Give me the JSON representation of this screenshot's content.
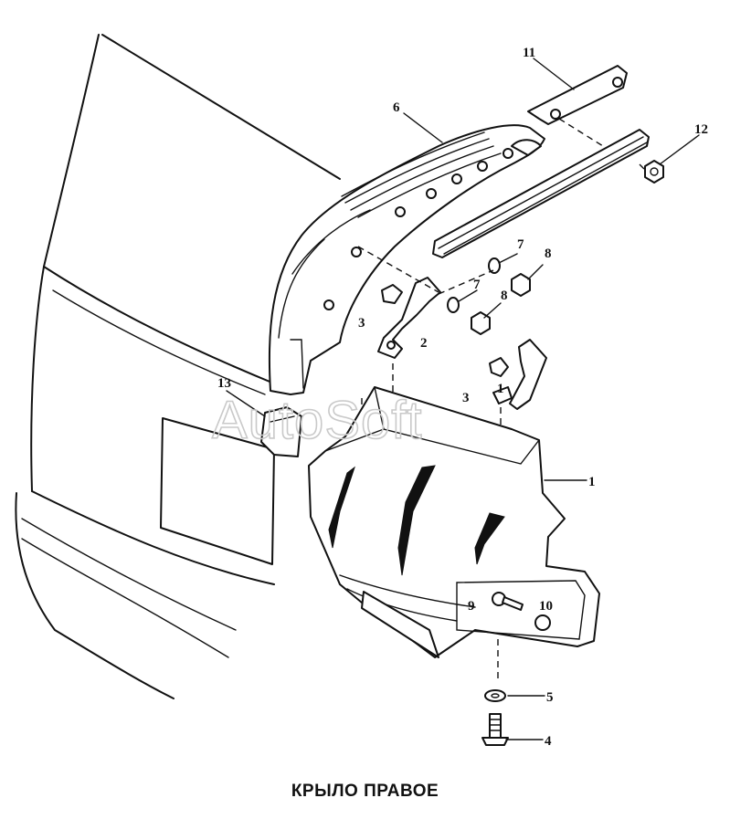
{
  "caption": "КРЫЛО ПРАВОЕ",
  "watermark": "AutoSoft",
  "callouts": {
    "p1": "1",
    "p2": "2",
    "p3a": "3",
    "p3b": "3",
    "p1b": "1",
    "p4": "4",
    "p5": "5",
    "p6": "6",
    "p7a": "7",
    "p7b": "7",
    "p8a": "8",
    "p8b": "8",
    "p9": "9",
    "p10": "10",
    "p11": "11",
    "p12": "12",
    "p13": "13"
  }
}
